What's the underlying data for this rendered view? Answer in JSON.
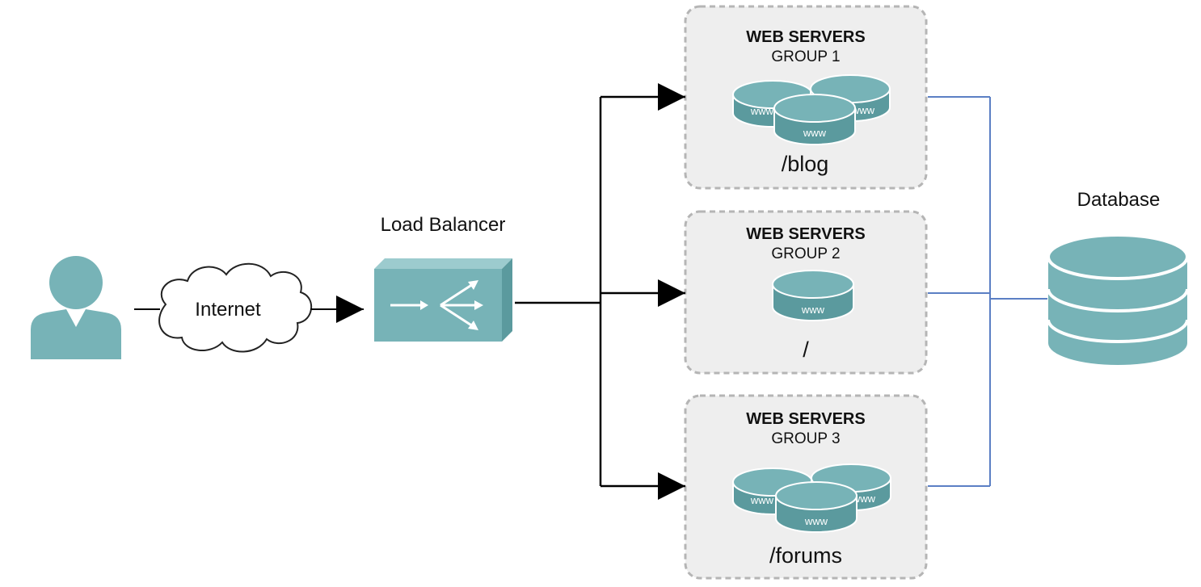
{
  "user": {
    "icon": "user-icon"
  },
  "internet": {
    "label": "Internet",
    "icon": "cloud-icon"
  },
  "load_balancer": {
    "label": "Load Balancer",
    "icon": "load-balancer-icon"
  },
  "groups": [
    {
      "title": "WEB SERVERS",
      "subtitle": "GROUP 1",
      "path": "/blog"
    },
    {
      "title": "WEB SERVERS",
      "subtitle": "GROUP 2",
      "path": "/"
    },
    {
      "title": "WEB SERVERS",
      "subtitle": "GROUP 3",
      "path": "/forums"
    }
  ],
  "server_label": "www",
  "database": {
    "label": "Database",
    "icon": "database-icon"
  },
  "colors": {
    "teal": "#77b3b7",
    "teal_dark": "#5b9a9e",
    "box_fill": "#eeeeee",
    "box_border": "#b5b5b5",
    "db_link": "#5b7fc4"
  }
}
